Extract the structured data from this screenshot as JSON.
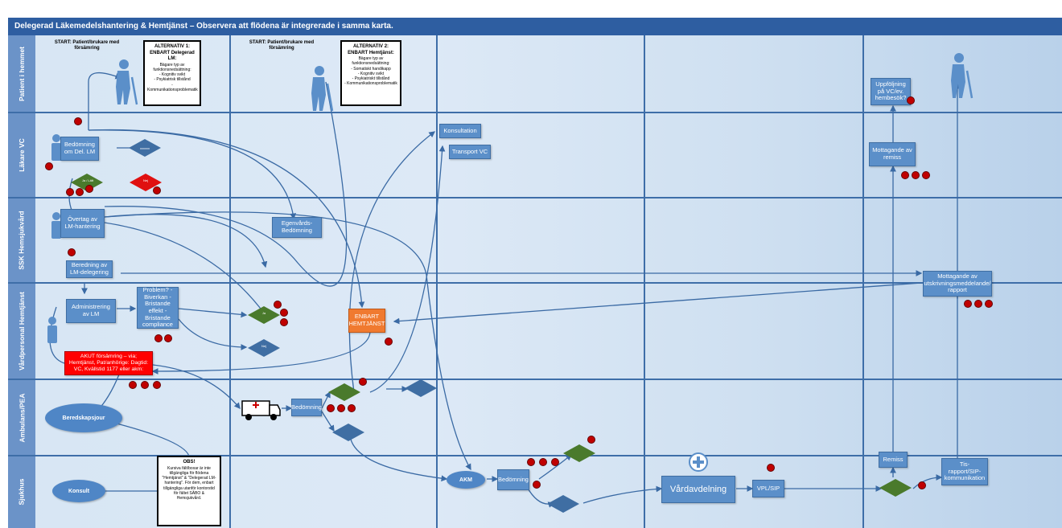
{
  "title": "Delegerad Läkemedelshantering & Hemtjänst – Observera att flödena är integrerade i samma karta.",
  "lanes": [
    {
      "label": "Patient i hemmet"
    },
    {
      "label": "Läkare VC"
    },
    {
      "label": "SSK Hemsjukvård"
    },
    {
      "label": "Vårdpersonal Hemtjänst"
    },
    {
      "label": "Ambulans/PEA"
    },
    {
      "label": "Sjukhus"
    }
  ],
  "start1": "START: Patient/brukare med försämring",
  "start2": "START: Patient/brukare med försämring",
  "alt1": {
    "heading": "ALTERNATIV 1: ENBART Delegerad LM:",
    "lines": [
      "Bägare typ av funktionsnedsättning:",
      "- Kognitiv svikt",
      "- Psykiatrisk tillstånd",
      "- Kommunikationsproblematik"
    ]
  },
  "alt2": {
    "heading": "ALTERNATIV 2: ENBART Hemtjänst:",
    "lines": [
      "Bägare typ av funktionsnedsättning:",
      "- Somatiskt handikapp",
      "- Kognitiv svikt",
      "- Psykiatriskt tillstånd",
      "- Kommunikationsproblematik"
    ]
  },
  "boxes": {
    "bedomning_del_lm": "Bedömning om Del. LM",
    "overtag": "Övertag av LM-hantering",
    "beredning": "Beredning av LM-delegering",
    "administrering": "Administrering av LM",
    "problem": "Problem? - Biverkan - Bristande effekt - Bristande compliance",
    "konsultation": "Konsultation",
    "transport_vc": "Transport VC",
    "egenvard": "Egenvårds-Bedömning",
    "enbart_hemtjanst": "ENBART HEMTJÄNST",
    "akut": "AKUT försämring – via; Hemtjänst, Pat/anhörige: Dagtid: VC, Kvällstid 1177 eller akm:",
    "bedomning_amb": "Bedömning",
    "bedomning_sjh": "Bedömning",
    "vardavdelning": "Vårdavdelning",
    "vpl_sip": "VPL/SIP",
    "remiss": "Remiss",
    "tis_rapport": "Tis-rapport/SIP-kommunikation",
    "uppfoljning": "Uppföljning på VC/ev. hembesök?",
    "mottagande_remiss": "Mottagande av remiss",
    "mottagande_rapport": "Mottagande av utskrivningsmeddelande/ rapport"
  },
  "ellipses": {
    "beredskapsjour": "Beredskapsjour",
    "konsult": "Konsult",
    "akm": "AKM"
  },
  "obs": {
    "heading": "OBS!",
    "text": "Kursiva fält/boxar är inte tillgängliga för flödena \"Hemtjänst\" & \"Delegerad LM-hantering\". För dem, enbart tillgängliga utanför kontorstid för fältet SÄBO & Hemsjukvård."
  },
  "diamond_labels": {
    "ja_1": "Ja / Lätt",
    "nej_1": "Nej",
    "ja_2": "Ja",
    "nej_2": "Nej"
  },
  "colors": {
    "lane_header": "#6b93c8",
    "title_bar": "#2e5ea1",
    "box": "#5b8fc9",
    "diamond_blue": "#3f6ea3",
    "diamond_green": "#4a7a2c",
    "diamond_red": "#e01010",
    "akut_red": "#ff0000",
    "enbart_orange": "#f07a30",
    "dot": "#c00000"
  }
}
